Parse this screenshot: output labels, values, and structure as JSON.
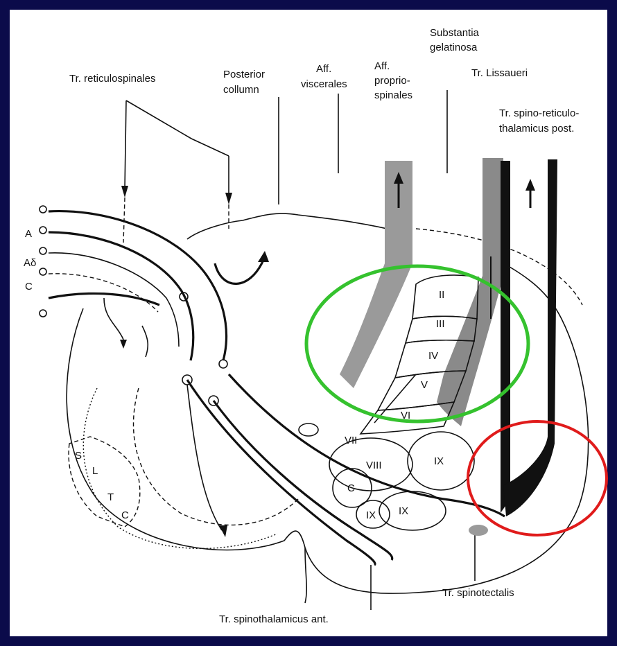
{
  "labels": {
    "reticulospinales": "Tr. reticulospinales",
    "posterior_line1": "Posterior",
    "posterior_line2": "collumn",
    "aff_visc_line1": "Aff.",
    "aff_visc_line2": "viscerales",
    "aff_prop_line1": "Aff.",
    "aff_prop_line2": "proprio-",
    "aff_prop_line3": "spinales",
    "subst_line1": "Substantia",
    "subst_line2": "gelatinosa",
    "lissaueri": "Tr. Lissaueri",
    "srt_line1": "Tr. spino-reticulo-",
    "srt_line2": "thalamicus post.",
    "spinotectalis": "Tr. spinotectalis",
    "spinothal_ant": "Tr. spinothalamicus ant."
  },
  "fiber_labels": [
    "A",
    "Aδ",
    "C"
  ],
  "laminae": [
    "II",
    "III",
    "IV",
    "V",
    "VI",
    "VII",
    "VIII",
    "IX",
    "IX",
    "IX",
    "C"
  ],
  "motor_column": [
    "S",
    "L",
    "T",
    "C"
  ],
  "highlights": {
    "green": "#35c22e",
    "red": "#e01b1b"
  },
  "background_color": "#0b0b4a"
}
